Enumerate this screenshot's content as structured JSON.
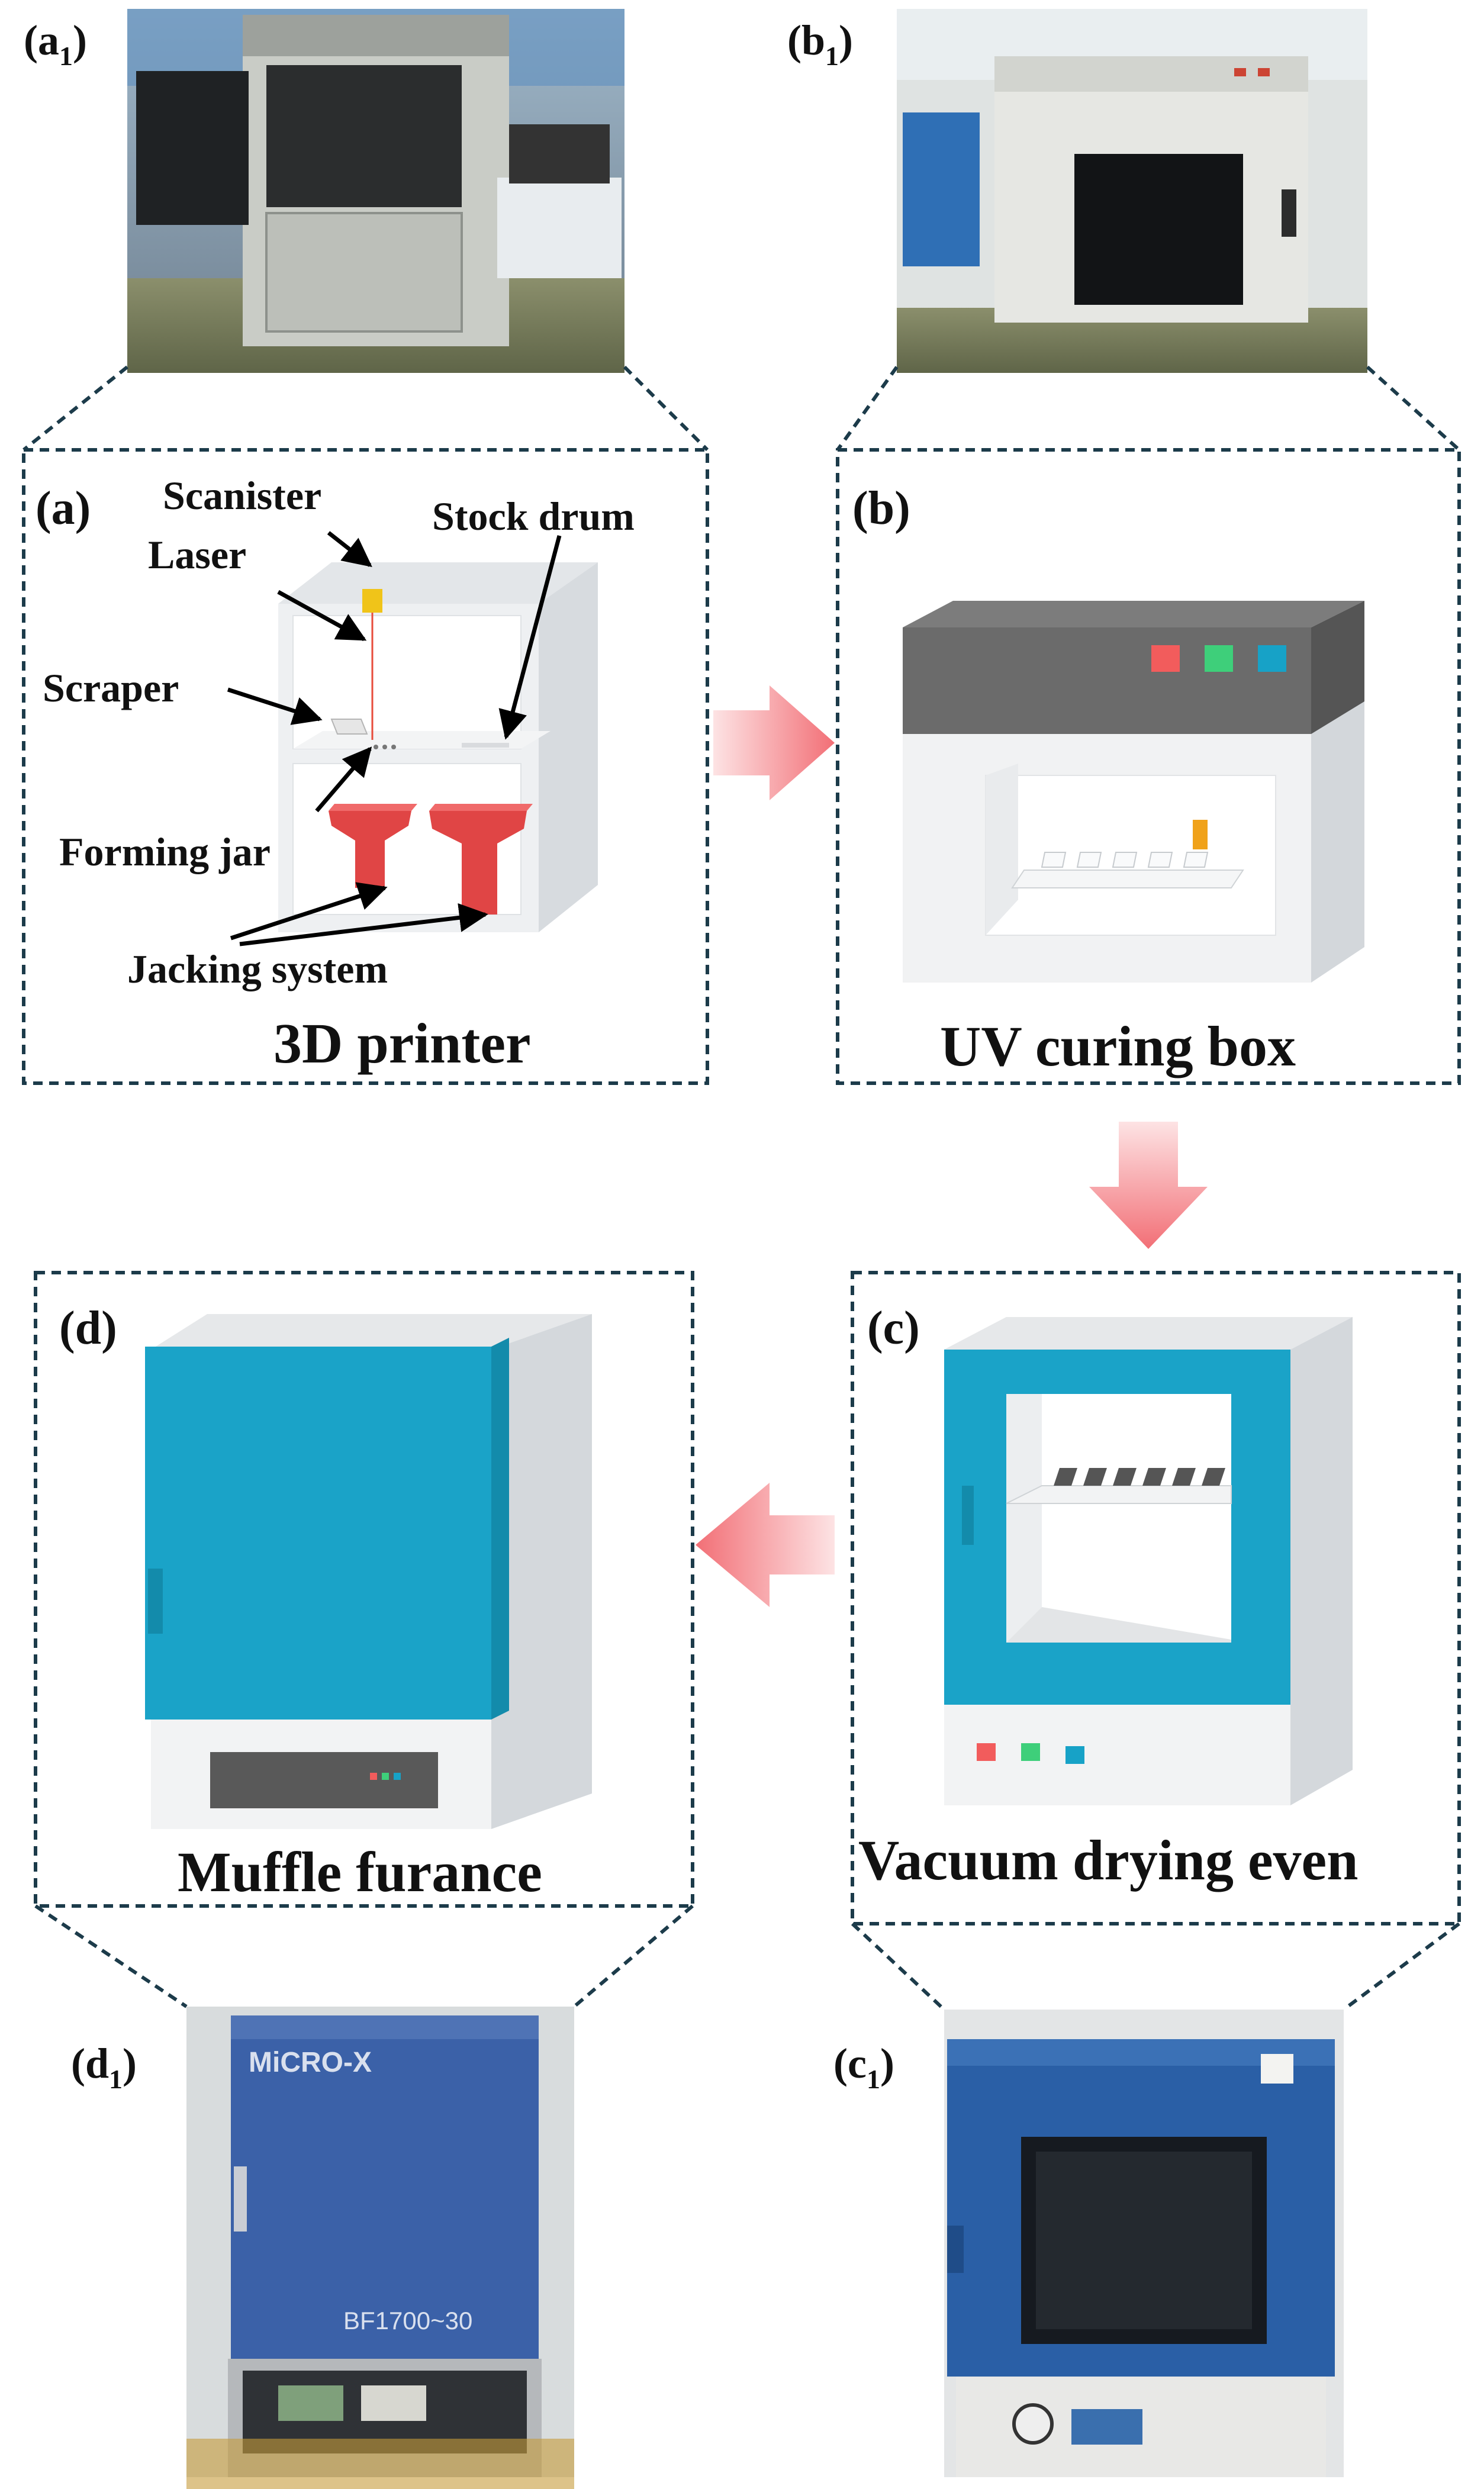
{
  "panels": {
    "a1": {
      "tag_letter": "(a",
      "tag_sub": "1",
      "tag_close": ")"
    },
    "b1": {
      "tag_letter": "(b",
      "tag_sub": "1",
      "tag_close": ")"
    },
    "a": {
      "tag": "(a)",
      "caption": "3D printer",
      "callouts": {
        "scanister": "Scanister",
        "laser": "Laser",
        "stock_drum": "Stock drum",
        "scraper": "Scraper",
        "forming_jar": "Forming jar",
        "jacking_system": "Jacking system"
      }
    },
    "b": {
      "tag": "(b)",
      "caption": "UV curing box"
    },
    "c": {
      "tag": "(c)",
      "caption": "Vacuum drying even"
    },
    "d": {
      "tag": "(d)",
      "caption": "Muffle furance"
    },
    "c1": {
      "tag_letter": "(c",
      "tag_sub": "1",
      "tag_close": ")"
    },
    "d1": {
      "tag_letter": "(d",
      "tag_sub": "1",
      "tag_close": ")",
      "brand": "MiCRO-X",
      "model": "BF1700~30"
    }
  },
  "colors": {
    "box_border": "#1c3b4a",
    "flow_arrow": "#f27d82",
    "printer_red": "#e04545",
    "laser_yellow": "#f0c419",
    "oven_blue": "#1aa3c8",
    "lid_gray": "#6b6b6b",
    "indicator_red": "#f25c5c",
    "indicator_green": "#3ecf7a",
    "indicator_blue": "#17a2c7"
  }
}
